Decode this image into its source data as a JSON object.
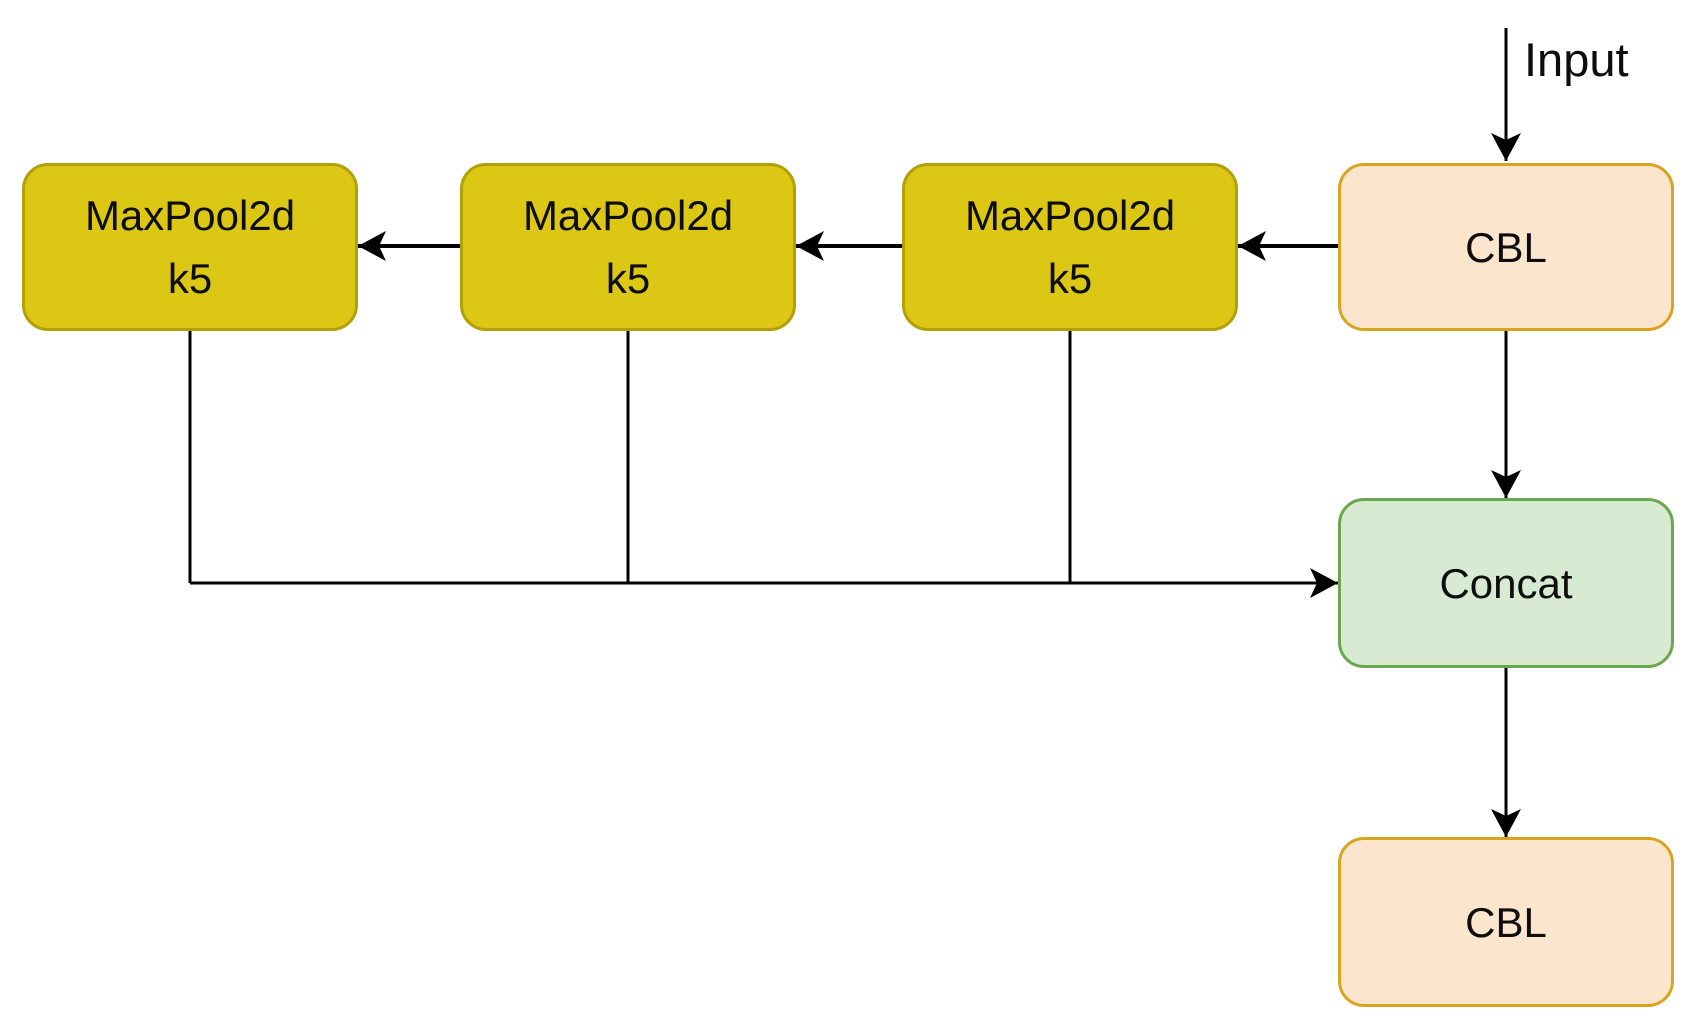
{
  "diagram": {
    "input_label": "Input",
    "nodes": {
      "maxpool1": {
        "line1": "MaxPool2d",
        "line2": "k5"
      },
      "maxpool2": {
        "line1": "MaxPool2d",
        "line2": "k5"
      },
      "maxpool3": {
        "line1": "MaxPool2d",
        "line2": "k5"
      },
      "cbl_top": {
        "label": "CBL"
      },
      "concat": {
        "label": "Concat"
      },
      "cbl_bottom": {
        "label": "CBL"
      }
    }
  },
  "colors": {
    "background": "#ffffff",
    "line": "#000000",
    "text": "#0d0d0d",
    "maxpool_fill": "#DBC714",
    "maxpool_border": "#B3A009",
    "cbl_fill": "#FCE5CD",
    "cbl_border": "#DBA420",
    "concat_fill": "#D9EAD3",
    "concat_border": "#6AA84F"
  }
}
